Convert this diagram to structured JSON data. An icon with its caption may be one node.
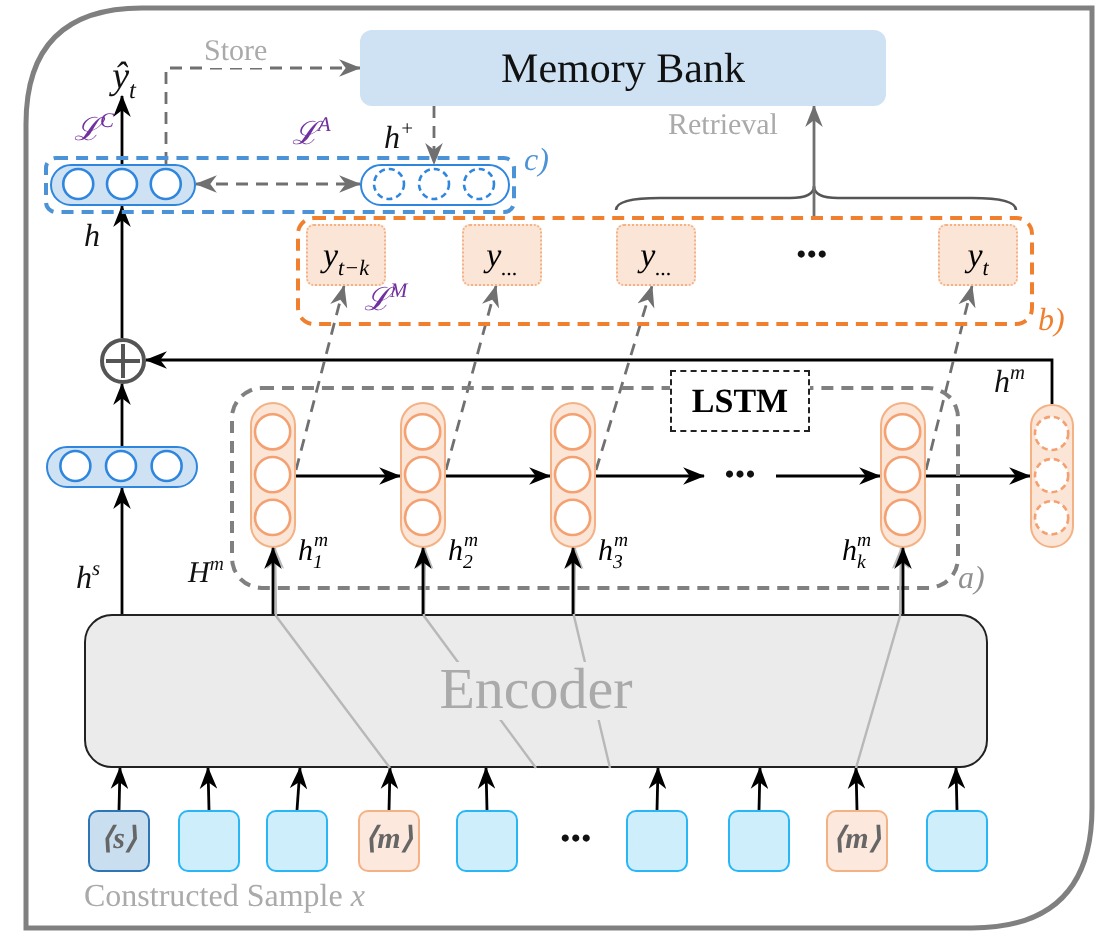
{
  "diagram": {
    "nodes": [
      {
        "text": [
          "Memory Bank"
        ]
      },
      {
        "text": [
          "ŷ$_{t}$"
        ]
      },
      {
        "text": [
          "c)"
        ]
      },
      {
        "text": [],
        "shape": "box",
        "in": 2
      },
      {
        "text": [],
        "shape": "box",
        "in": 2
      },
      {
        "text": [
          "b)"
        ]
      },
      {
        "text": [
          "y$_{t−k}$"
        ],
        "in": 5
      },
      {
        "text": [
          "y$_{...}$"
        ],
        "in": 5
      },
      {
        "text": [
          "y$_{...}$"
        ],
        "in": 5
      },
      {
        "text": [
          "y$_{t}$"
        ],
        "in": 5
      },
      {
        "text": [],
        "shape": "circle"
      },
      {
        "text": [
          "a)"
        ]
      },
      {
        "text": [
          "LSTM"
        ]
      },
      {
        "text": [],
        "shape": "box",
        "in": 11,
        "beside": [
          "h$_{1}$$^{m}$"
        ]
      },
      {
        "text": [],
        "shape": "box",
        "in": 11,
        "beside": [
          "h$_{2}$$^{m}$"
        ]
      },
      {
        "text": [],
        "shape": "box",
        "in": 11,
        "beside": [
          "h$_{3}$$^{m}$"
        ]
      },
      {
        "text": [
          "•••"
        ],
        "in": 11
      },
      {
        "text": [],
        "shape": "box",
        "in": 11,
        "beside": [
          "h$_{k}$$^{m}$"
        ]
      },
      {
        "text": [],
        "shape": "box"
      },
      {
        "text": [],
        "shape": "box"
      },
      {
        "text": [
          "Encoder"
        ]
      },
      {
        "text": [
          "⟨s⟩"
        ]
      },
      {
        "text": [],
        "shape": "box"
      },
      {
        "text": [],
        "shape": "box"
      },
      {
        "text": [
          "⟨m⟩"
        ]
      },
      {
        "text": [],
        "shape": "box"
      },
      {
        "text": [],
        "shape": "box"
      },
      {
        "text": [],
        "shape": "box"
      },
      {
        "text": [
          "⟨m⟩"
        ]
      },
      {
        "text": [],
        "shape": "box"
      }
    ],
    "edges": [
      {
        "from": 3,
        "to": 1,
        "arrow": "to",
        "label": "ℒ$^{C}$"
      },
      {
        "from": 3,
        "to": 0,
        "arrow": "to",
        "label": "Store",
        "style": "dashed",
        "color": "#707070"
      },
      {
        "from": 3,
        "to": 4,
        "arrow": "both",
        "label": "ℒ$^{A}$",
        "style": "dashed",
        "color": "#707070"
      },
      {
        "from": 0,
        "to": 4,
        "arrow": "to",
        "label": "h$^{+}$",
        "style": "dashed",
        "color": "#707070"
      },
      {
        "from": 5,
        "to": 0,
        "arrow": "to",
        "label": "Retrieval",
        "color": "#707070"
      },
      {
        "from": 10,
        "to": 3,
        "arrow": "to",
        "label": "h"
      },
      {
        "from": 19,
        "to": 10,
        "arrow": "to"
      },
      {
        "from": 18,
        "to": 10,
        "arrow": "to",
        "label": "h$^{m}$"
      },
      {
        "from": 20,
        "to": 19,
        "arrow": "to",
        "label": "h$^{s}$"
      },
      {
        "from": 20,
        "to": 13,
        "arrow": "to"
      },
      {
        "from": 20,
        "to": 14,
        "arrow": "to"
      },
      {
        "from": 20,
        "to": 15,
        "arrow": "to"
      },
      {
        "from": 20,
        "to": 17,
        "arrow": "to"
      },
      {
        "from": 13,
        "to": 14,
        "arrow": "to"
      },
      {
        "from": 14,
        "to": 15,
        "arrow": "to"
      },
      {
        "from": 15,
        "to": 16,
        "arrow": "to"
      },
      {
        "from": 16,
        "to": 17,
        "arrow": "to"
      },
      {
        "from": 17,
        "to": 18,
        "arrow": "to"
      },
      {
        "from": 13,
        "to": 6,
        "arrow": "to",
        "label": "ℒ$^{M}$",
        "style": "dashed",
        "color": "#707070"
      },
      {
        "from": 14,
        "to": 7,
        "arrow": "to",
        "style": "dashed",
        "color": "#707070"
      },
      {
        "from": 15,
        "to": 8,
        "arrow": "to",
        "style": "dashed",
        "color": "#707070"
      },
      {
        "from": 17,
        "to": 9,
        "arrow": "to",
        "style": "dashed",
        "color": "#707070"
      },
      {
        "from": 21,
        "to": 20,
        "arrow": "to"
      },
      {
        "from": 22,
        "to": 20,
        "arrow": "to"
      },
      {
        "from": 23,
        "to": 20,
        "arrow": "to"
      },
      {
        "from": 24,
        "to": 20,
        "arrow": "to"
      },
      {
        "from": 25,
        "to": 20,
        "arrow": "to"
      },
      {
        "from": 26,
        "to": 20,
        "arrow": "to"
      },
      {
        "from": 27,
        "to": 20,
        "arrow": "to"
      },
      {
        "from": 28,
        "to": 20,
        "arrow": "to"
      },
      {
        "from": 29,
        "to": 20,
        "arrow": "to"
      },
      {
        "from": 20,
        "to": 13,
        "arrow": "to",
        "color": "#b8b8b8"
      },
      {
        "from": 20,
        "to": 14,
        "arrow": "to",
        "color": "#b8b8b8"
      },
      {
        "from": 20,
        "to": 15,
        "arrow": "to",
        "color": "#b8b8b8"
      },
      {
        "from": 20,
        "to": 17,
        "arrow": "to",
        "color": "#b8b8b8"
      }
    ],
    "labels": [
      "•••",
      "H$^{m}$",
      "•••",
      "Constructed Sample *x*"
    ]
  }
}
